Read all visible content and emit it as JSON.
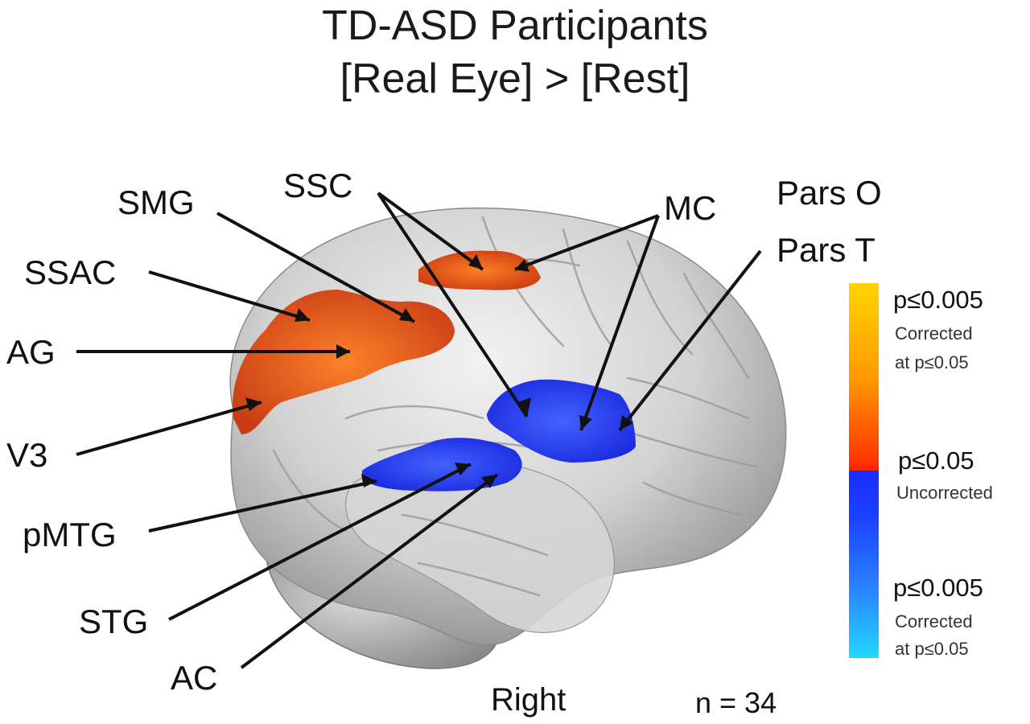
{
  "title": {
    "line1": "TD-ASD Participants",
    "line2": "[Real Eye] > [Rest]"
  },
  "regions": {
    "ssc": "SSC",
    "smg": "SMG",
    "ssac": "SSAC",
    "ag": "AG",
    "v3": "V3",
    "pmtg": "pMTG",
    "stg": "STG",
    "ac": "AC",
    "mc": "MC",
    "pars_o": "Pars O",
    "pars_t": "Pars T"
  },
  "legend": {
    "top_p": "p≤0.005",
    "top_note1": "Corrected",
    "top_note2": "at p≤0.05",
    "mid_p": "p≤0.05",
    "mid_note": "Uncorrected",
    "bottom_p": "p≤0.005",
    "bottom_note1": "Corrected",
    "bottom_note2": "at p≤0.05",
    "colors": {
      "warm_top": "#ffd400",
      "warm_bottom": "#ff2000",
      "cool_top": "#1a2cff",
      "cool_bottom": "#22d8ff"
    }
  },
  "footer": {
    "hemisphere": "Right",
    "n": "n = 34"
  },
  "colors": {
    "brain": "#cfcfcf",
    "activation_warm": "#e2440f",
    "activation_cool": "#1f3dff"
  }
}
